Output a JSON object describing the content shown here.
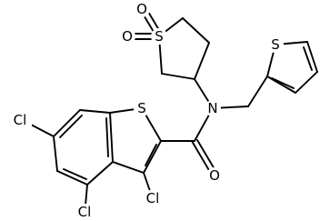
{
  "structure": {
    "atoms": {
      "sulfone_s": "S",
      "sulfone_o_top": "O",
      "sulfone_o_left": "O",
      "amide_n": "N",
      "carbonyl_o": "O",
      "benzothiophene_s": "S",
      "thiophene_s": "S",
      "cl_6": "Cl",
      "cl_4": "Cl",
      "cl_3": "Cl"
    },
    "colors": {
      "bond": "#000000",
      "label": "#000000",
      "background": "#ffffff"
    }
  }
}
